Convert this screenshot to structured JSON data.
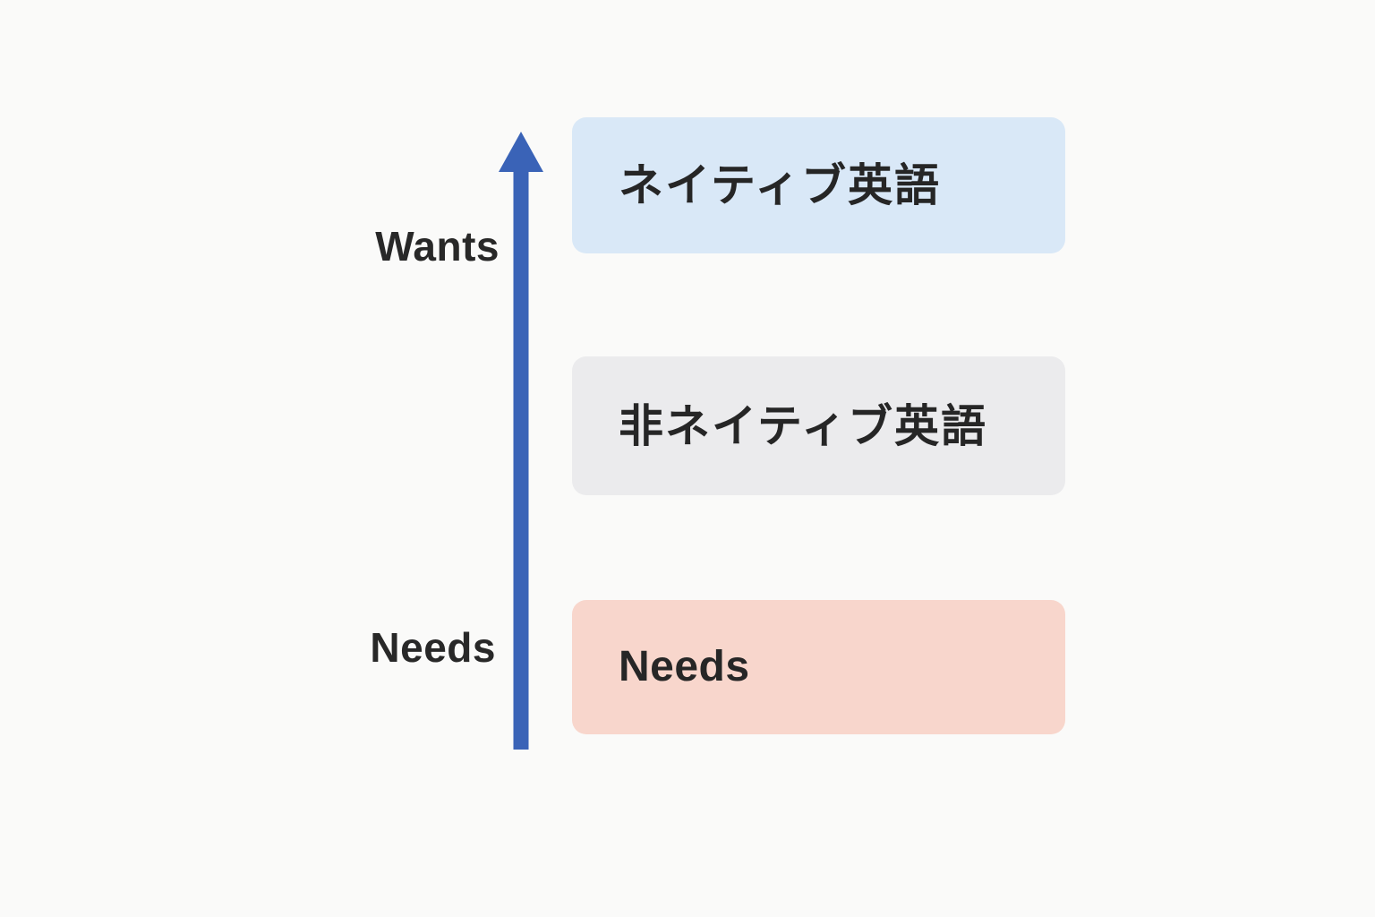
{
  "diagram": {
    "background_color": "#fafaf9",
    "text_color": "#282828",
    "axis": {
      "direction": "up",
      "arrow_color": "#3a63b7",
      "wants_label": "Wants",
      "needs_label": "Needs"
    },
    "boxes": [
      {
        "label": "ネイティブ英語",
        "bg_color": "#d9e8f7",
        "position": "top"
      },
      {
        "label": "非ネイティブ英語",
        "bg_color": "#ebebed",
        "position": "middle"
      },
      {
        "label": "Needs",
        "bg_color": "#f8d6cc",
        "position": "bottom"
      }
    ]
  }
}
